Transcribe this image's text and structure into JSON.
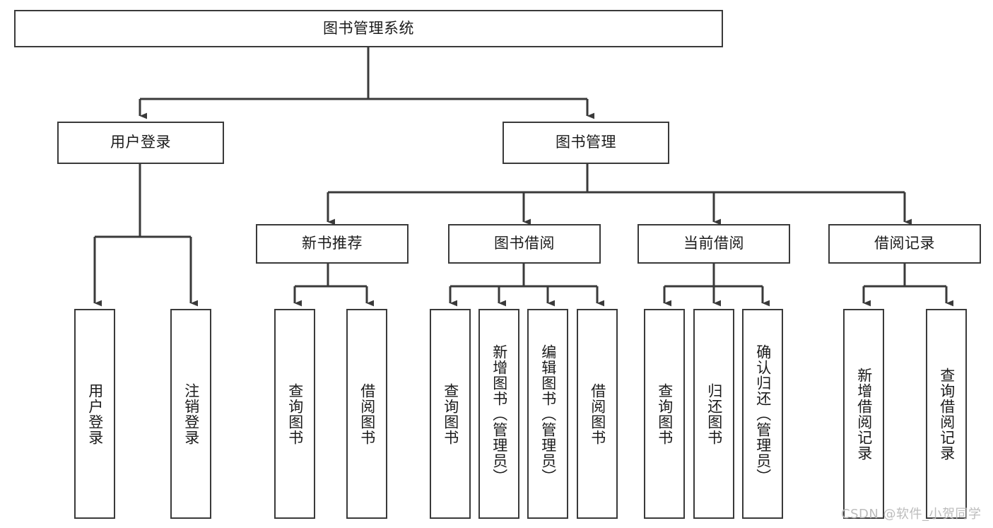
{
  "diagram": {
    "type": "tree-hierarchy",
    "title": "图书管理系统",
    "root": {
      "id": "root",
      "label": "图书管理系统",
      "orientation": "horizontal"
    },
    "level2": [
      {
        "id": "user-login",
        "label": "用户登录",
        "orientation": "horizontal"
      },
      {
        "id": "book-management",
        "label": "图书管理",
        "orientation": "horizontal"
      }
    ],
    "level3": [
      {
        "id": "new-book-recommend",
        "label": "新书推荐",
        "orientation": "horizontal",
        "parent": "book-management"
      },
      {
        "id": "book-borrow",
        "label": "图书借阅",
        "orientation": "horizontal",
        "parent": "book-management"
      },
      {
        "id": "current-borrow",
        "label": "当前借阅",
        "orientation": "horizontal",
        "parent": "book-management"
      },
      {
        "id": "borrow-record",
        "label": "借阅记录",
        "orientation": "horizontal",
        "parent": "book-management"
      }
    ],
    "leaves": [
      {
        "id": "leaf-user-login",
        "label": "用户登录",
        "orientation": "vertical",
        "parent": "user-login"
      },
      {
        "id": "leaf-logout-login",
        "label": "注销登录",
        "orientation": "vertical",
        "parent": "user-login"
      },
      {
        "id": "leaf-query-book-1",
        "label": "查询图书",
        "orientation": "vertical",
        "parent": "new-book-recommend"
      },
      {
        "id": "leaf-borrow-book-1",
        "label": "借阅图书",
        "orientation": "vertical",
        "parent": "new-book-recommend"
      },
      {
        "id": "leaf-query-book-2",
        "label": "查询图书",
        "orientation": "vertical",
        "parent": "book-borrow"
      },
      {
        "id": "leaf-add-book",
        "label": "新增图书（管理员）",
        "orientation": "vertical",
        "parent": "book-borrow"
      },
      {
        "id": "leaf-edit-book",
        "label": "编辑图书（管理员）",
        "orientation": "vertical",
        "parent": "book-borrow"
      },
      {
        "id": "leaf-borrow-book-2",
        "label": "借阅图书",
        "orientation": "vertical",
        "parent": "book-borrow"
      },
      {
        "id": "leaf-query-book-3",
        "label": "查询图书",
        "orientation": "vertical",
        "parent": "current-borrow"
      },
      {
        "id": "leaf-return-book",
        "label": "归还图书",
        "orientation": "vertical",
        "parent": "current-borrow"
      },
      {
        "id": "leaf-confirm-return",
        "label": "确认归还（管理员）",
        "orientation": "vertical",
        "parent": "current-borrow"
      },
      {
        "id": "leaf-add-record",
        "label": "新增借阅记录",
        "orientation": "vertical",
        "parent": "borrow-record"
      },
      {
        "id": "leaf-query-record",
        "label": "查询借阅记录",
        "orientation": "vertical",
        "parent": "borrow-record"
      }
    ],
    "colors": {
      "stroke": "#3a3a3a",
      "fill": "#ffffff",
      "text": "#1b1b1b",
      "watermark": "#b9b9b9"
    }
  },
  "watermark": {
    "text": "CSDN @软件_小贺同学"
  }
}
